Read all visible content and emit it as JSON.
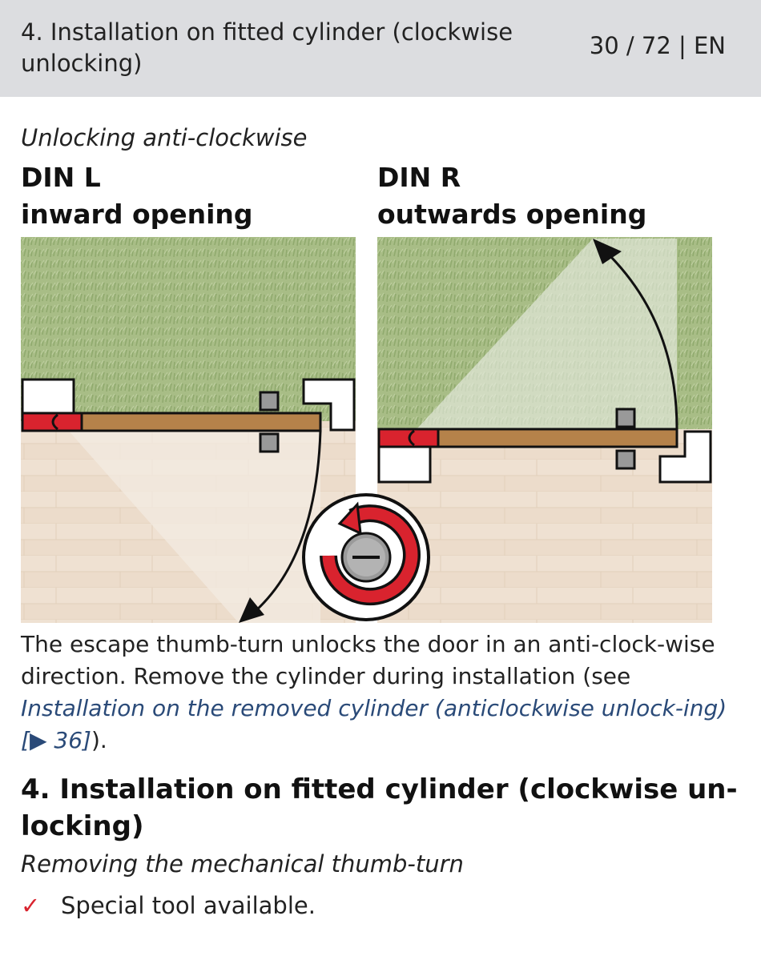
{
  "header": {
    "title": "4. Installation on fitted cylinder (clockwise unlocking)",
    "page": "30 / 72 | EN"
  },
  "content": {
    "subtitle": "Unlocking anti-clockwise",
    "left_col": {
      "line1": "DIN L",
      "line2": "inward opening"
    },
    "right_col": {
      "line1": "DIN R",
      "line2": "outwards opening"
    },
    "paragraph": {
      "text": "The escape thumb-turn unlocks the door in an anti-clock-wise direction. Remove the cylinder during installation (see ",
      "link": "Installation on the removed cylinder (anticlockwise unlock-ing) [",
      "link_arrow": "▶",
      "link_page": " 36]",
      "end": ")."
    },
    "section": {
      "title": "4. Installation on fitted cylinder (clockwise un-locking)",
      "subtitle": "Removing the mechanical thumb-turn",
      "checklist": [
        {
          "mark": "✓",
          "text": "Special tool available."
        }
      ]
    }
  },
  "colors": {
    "header_bg": "#dcdde0",
    "accent_red": "#d9232e",
    "door_wood": "#b5824a",
    "link": "#2a4a78"
  }
}
